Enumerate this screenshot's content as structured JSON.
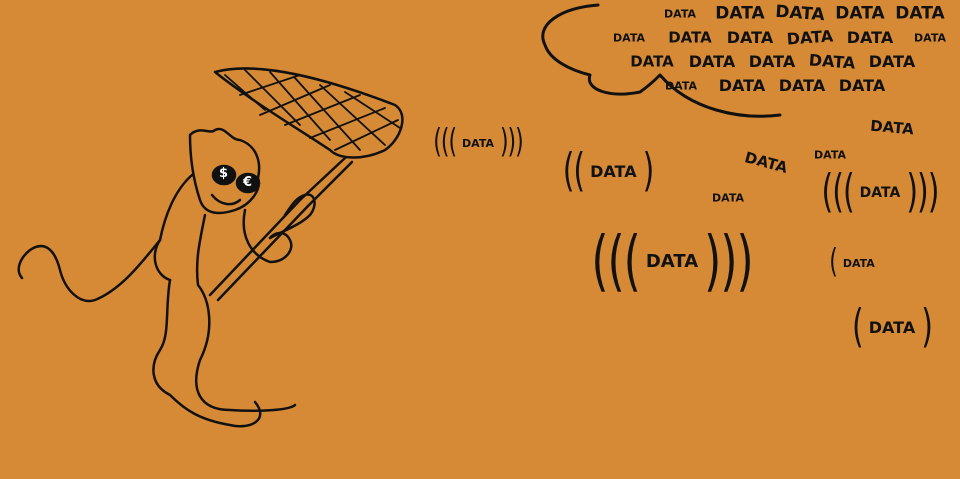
{
  "illustration": {
    "background_color": "#D68A35",
    "ink_color": "#111111",
    "currency_symbols": [
      "$",
      "€"
    ],
    "cloud_words": [
      "DATA",
      "DATA",
      "DATA",
      "DATA",
      "DATA",
      "DATA",
      "DATA",
      "DATA",
      "DATA",
      "DATA",
      "DATA",
      "DATA",
      "DATA",
      "DATA",
      "DATA",
      "DATA",
      "DATA",
      "DATA",
      "DATA",
      "DATA"
    ],
    "loose_words": [
      "DATA",
      "DATA",
      "DATA",
      "DATA"
    ],
    "signals": [
      {
        "label": "DATA",
        "left": "(((",
        "right": ")))"
      },
      {
        "label": "DATA",
        "left": "((",
        "right": ")"
      },
      {
        "label": "DATA",
        "left": "(((",
        "right": ")))"
      },
      {
        "label": "DATA",
        "left": "(((",
        "right": ")))"
      },
      {
        "label": "DATA",
        "left": "(",
        "right": ""
      },
      {
        "label": "DATA",
        "left": "(",
        "right": ")"
      }
    ]
  }
}
